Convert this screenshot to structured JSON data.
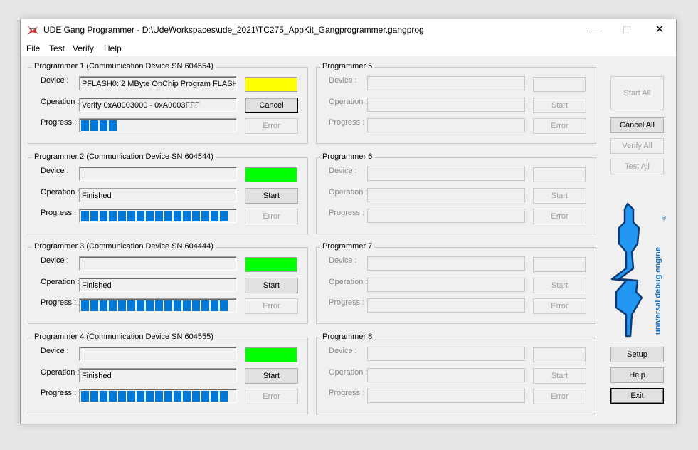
{
  "window": {
    "title": "UDE Gang Programmer - D:\\UdeWorkspaces\\ude_2021\\TC275_AppKit_Gangprogrammer.gangprog",
    "minimize_glyph": "—",
    "maximize_glyph": "☐",
    "close_glyph": "✕"
  },
  "menu": [
    "File",
    "Test",
    "Verify",
    "Help"
  ],
  "labels": {
    "device": "Device :",
    "operation": "Operation :",
    "progress": "Progress :"
  },
  "programmers": [
    {
      "title": "Programmer 1   (Communication Device SN 604554)",
      "device": "PFLASH0: 2 MByte OnChip Program FLASH",
      "operation": "Verify 0xA0003000 - 0xA0003FFF",
      "status_color": "#ffff00",
      "action": "Cancel",
      "error": "Error",
      "progress_percent": 27,
      "enabled": true
    },
    {
      "title": "Programmer 2  (Communication Device SN 604544)",
      "device": "",
      "operation": "Finished",
      "status_color": "#00ff00",
      "action": "Start",
      "error": "Error",
      "progress_percent": 100,
      "enabled": true
    },
    {
      "title": "Programmer 3  (Communication Device SN 604444)",
      "device": "",
      "operation": "Finished",
      "status_color": "#00ff00",
      "action": "Start",
      "error": "Error",
      "progress_percent": 100,
      "enabled": true
    },
    {
      "title": "Programmer 4  (Communication Device SN 604555)",
      "device": "",
      "operation": "Finished",
      "status_color": "#00ff00",
      "action": "Start",
      "error": "Error",
      "progress_percent": 100,
      "enabled": true
    },
    {
      "title": "Programmer 5",
      "device": "",
      "operation": "",
      "action": "Start",
      "error": "Error",
      "progress_percent": 0,
      "enabled": false
    },
    {
      "title": "Programmer 6",
      "device": "",
      "operation": "",
      "action": "Start",
      "error": "Error",
      "progress_percent": 0,
      "enabled": false
    },
    {
      "title": "Programmer 7",
      "device": "",
      "operation": "",
      "action": "Start",
      "error": "Error",
      "progress_percent": 0,
      "enabled": false
    },
    {
      "title": "Programmer 8",
      "device": "",
      "operation": "",
      "action": "Start",
      "error": "Error",
      "progress_percent": 0,
      "enabled": false
    }
  ],
  "side_buttons": {
    "start_all": "Start All",
    "cancel_all": "Cancel All",
    "verify_all": "Verify All",
    "test_all": "Test All",
    "setup": "Setup",
    "help": "Help",
    "exit": "Exit"
  },
  "logo": {
    "text": "universal debug engine",
    "mark": "®",
    "color": "#1a6fb5",
    "fill": "#2196f3"
  },
  "colors": {
    "progress": "#0078d7",
    "running": "#ffff00",
    "finished": "#00ff00"
  }
}
